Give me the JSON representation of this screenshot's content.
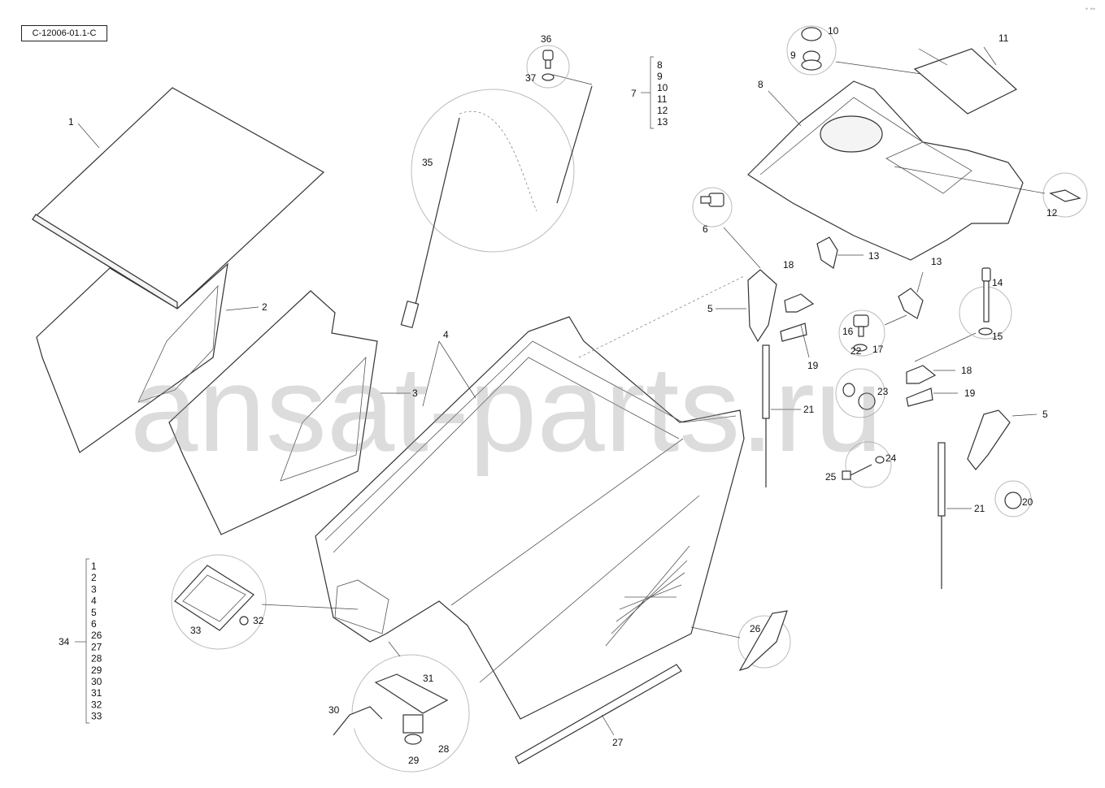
{
  "document": {
    "ref_code": "C-12006-01.1-C",
    "watermark": "ansat-parts.ru"
  },
  "callouts": [
    "1",
    "2",
    "3",
    "4",
    "5",
    "5",
    "6",
    "8",
    "9",
    "10",
    "11",
    "12",
    "13",
    "13",
    "14",
    "15",
    "16",
    "17",
    "18",
    "18",
    "19",
    "19",
    "20",
    "21",
    "21",
    "22",
    "23",
    "24",
    "25",
    "26",
    "27",
    "28",
    "29",
    "30",
    "31",
    "32",
    "33",
    "35",
    "36",
    "37"
  ],
  "groups": {
    "g7": {
      "label": "7",
      "items": [
        "8",
        "9",
        "10",
        "11",
        "12",
        "13"
      ]
    },
    "g34": {
      "label": "34",
      "items": [
        "1",
        "2",
        "3",
        "4",
        "5",
        "6",
        "26",
        "27",
        "28",
        "29",
        "30",
        "31",
        "32",
        "33"
      ]
    }
  }
}
